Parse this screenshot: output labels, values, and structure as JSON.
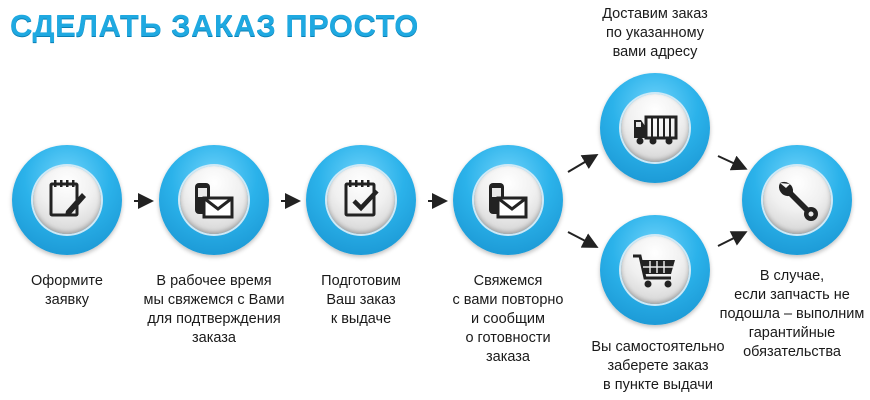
{
  "title": "СДЕЛАТЬ ЗАКАЗ ПРОСТО",
  "steps": [
    {
      "icon": "notepad-pen-icon",
      "caption": "Оформите\nзаявку"
    },
    {
      "icon": "phone-envelope-icon",
      "caption": "В рабочее время\nмы свяжемся с Вами\nдля подтверждения\nзаказа"
    },
    {
      "icon": "notepad-check-icon",
      "caption": "Подготовим\nВаш заказ\nк выдаче"
    },
    {
      "icon": "phone-envelope-icon",
      "caption": "Свяжемся\nс вами повторно\nи сообщим\nо готовности\nзаказа"
    },
    {
      "icon": "delivery-truck-icon",
      "caption": "Доставим заказ\nпо указанному\nвами адресу"
    },
    {
      "icon": "shopping-cart-icon",
      "caption": "Вы самостоятельно\nзаберете заказ\nв пункте выдачи"
    },
    {
      "icon": "wrench-icon",
      "caption": "В случае,\nесли запчасть не\nподошла – выполним\nгарантийные\nобязательства"
    }
  ]
}
